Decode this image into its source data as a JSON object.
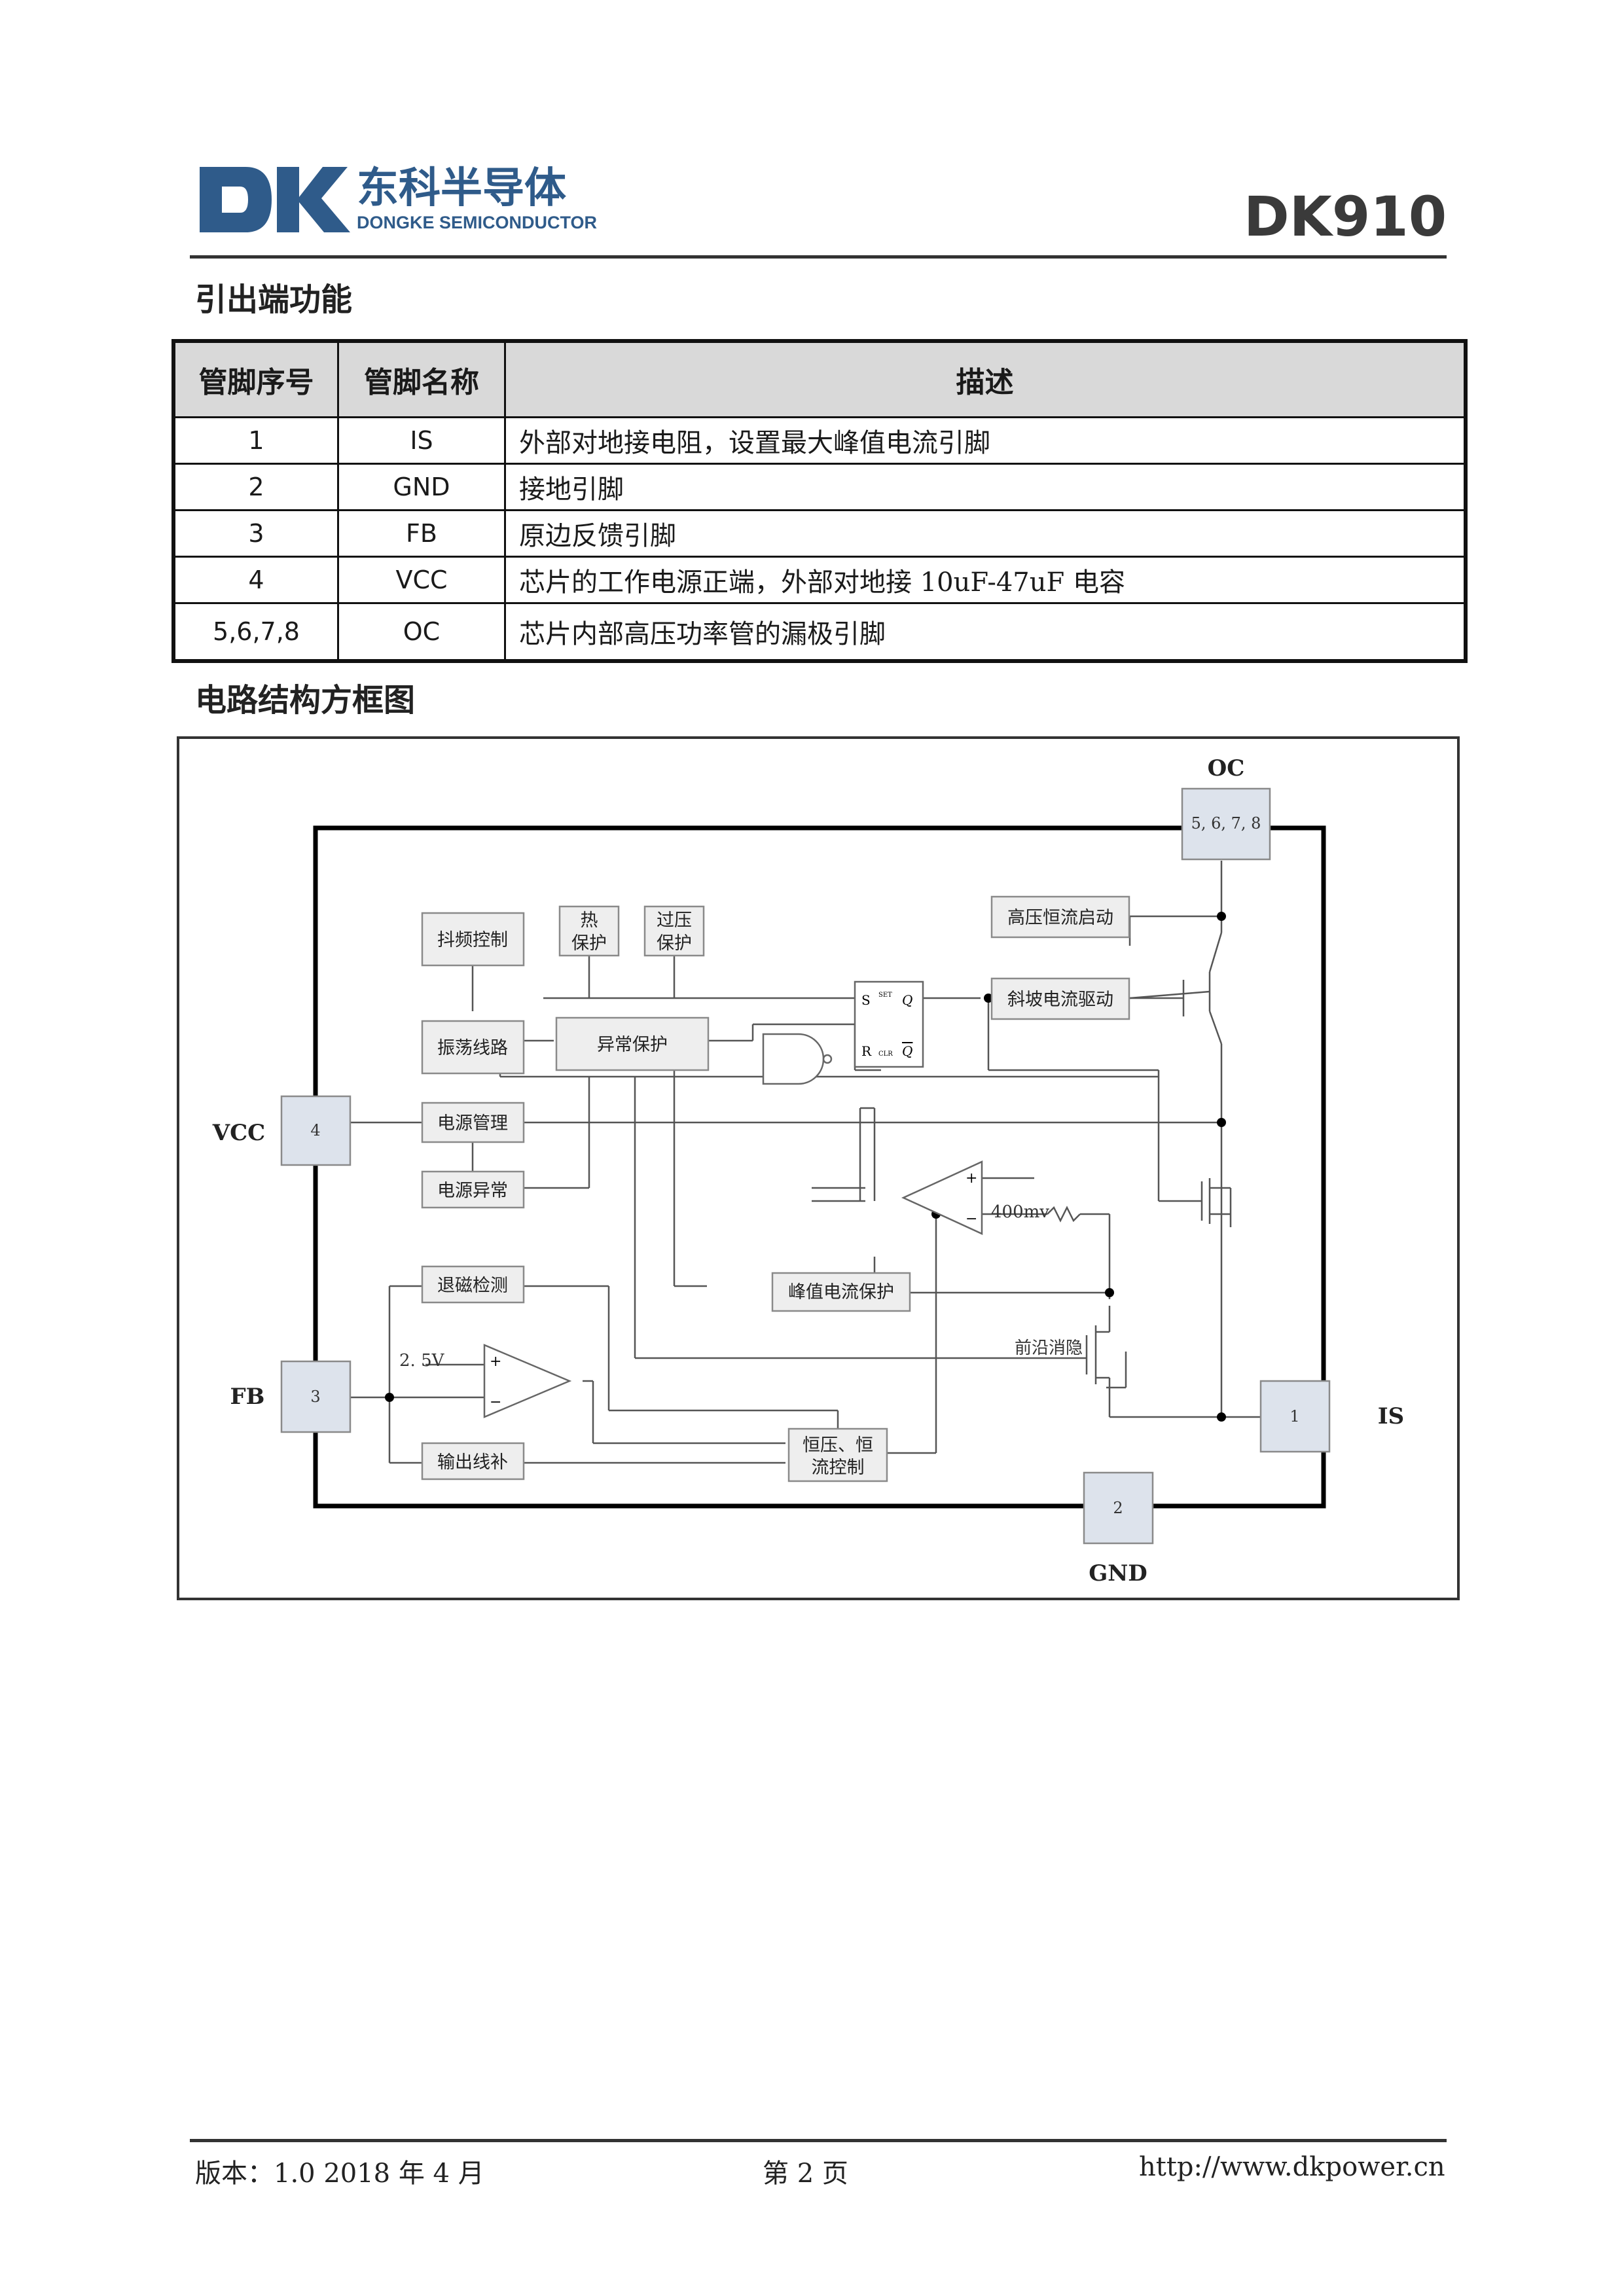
{
  "header": {
    "logo_letters": "DK",
    "logo_cn": "东科半导体",
    "logo_en": "DONGKE SEMICONDUCTOR",
    "doc_id": "DK910",
    "brand_color": "#2f5b8a"
  },
  "pin_section": {
    "title": "引出端功能",
    "columns": [
      "管脚序号",
      "管脚名称",
      "描述"
    ],
    "rows": [
      {
        "no": "1",
        "name": "IS",
        "desc": "外部对地接电阻，设置最大峰值电流引脚"
      },
      {
        "no": "2",
        "name": "GND",
        "desc": "接地引脚"
      },
      {
        "no": "3",
        "name": "FB",
        "desc": "原边反馈引脚"
      },
      {
        "no": "4",
        "name": "VCC",
        "desc": "芯片的工作电源正端，外部对地接 10uF-47uF 电容"
      },
      {
        "no": "5,6,7,8",
        "name": "OC",
        "desc": "芯片内部高压功率管的漏极引脚"
      }
    ]
  },
  "diagram_section": {
    "title": "电路结构方框图",
    "pins": {
      "oc_label": "OC",
      "oc_num": "5, 6, 7, 8",
      "vcc_label": "VCC",
      "vcc_num": "4",
      "fb_label": "FB",
      "fb_num": "3",
      "is_label": "IS",
      "is_num": "1",
      "gnd_label": "GND",
      "gnd_num": "2"
    },
    "blocks": {
      "jitter": "抖频控制",
      "thermal_1": "热",
      "thermal_2": "保护",
      "ovp_1": "过压",
      "ovp_2": "保护",
      "hv_start": "高压恒流启动",
      "slope_drive": "斜坡电流驱动",
      "oscillator": "振荡线路",
      "abnormal": "异常保护",
      "power_mgmt": "电源管理",
      "power_abn": "电源异常",
      "demag": "退磁检测",
      "line_comp": "输出线补",
      "peak_prot": "峰值电流保护",
      "leb": "前沿消隐",
      "cv_cc_1": "恒压、恒",
      "cv_cc_2": "流控制",
      "ref_25": "2. 5V",
      "ref_400": "400mv",
      "ff_s": "S",
      "ff_r": "R",
      "ff_q": "Q",
      "ff_qb": "Q",
      "ff_set": "SET",
      "ff_clr": "CLR",
      "plus": "+",
      "minus": "−"
    }
  },
  "footer": {
    "version": "版本：1.0    2018 年 4 月",
    "page": "第  2  页",
    "url": "http://www.dkpower.cn"
  }
}
